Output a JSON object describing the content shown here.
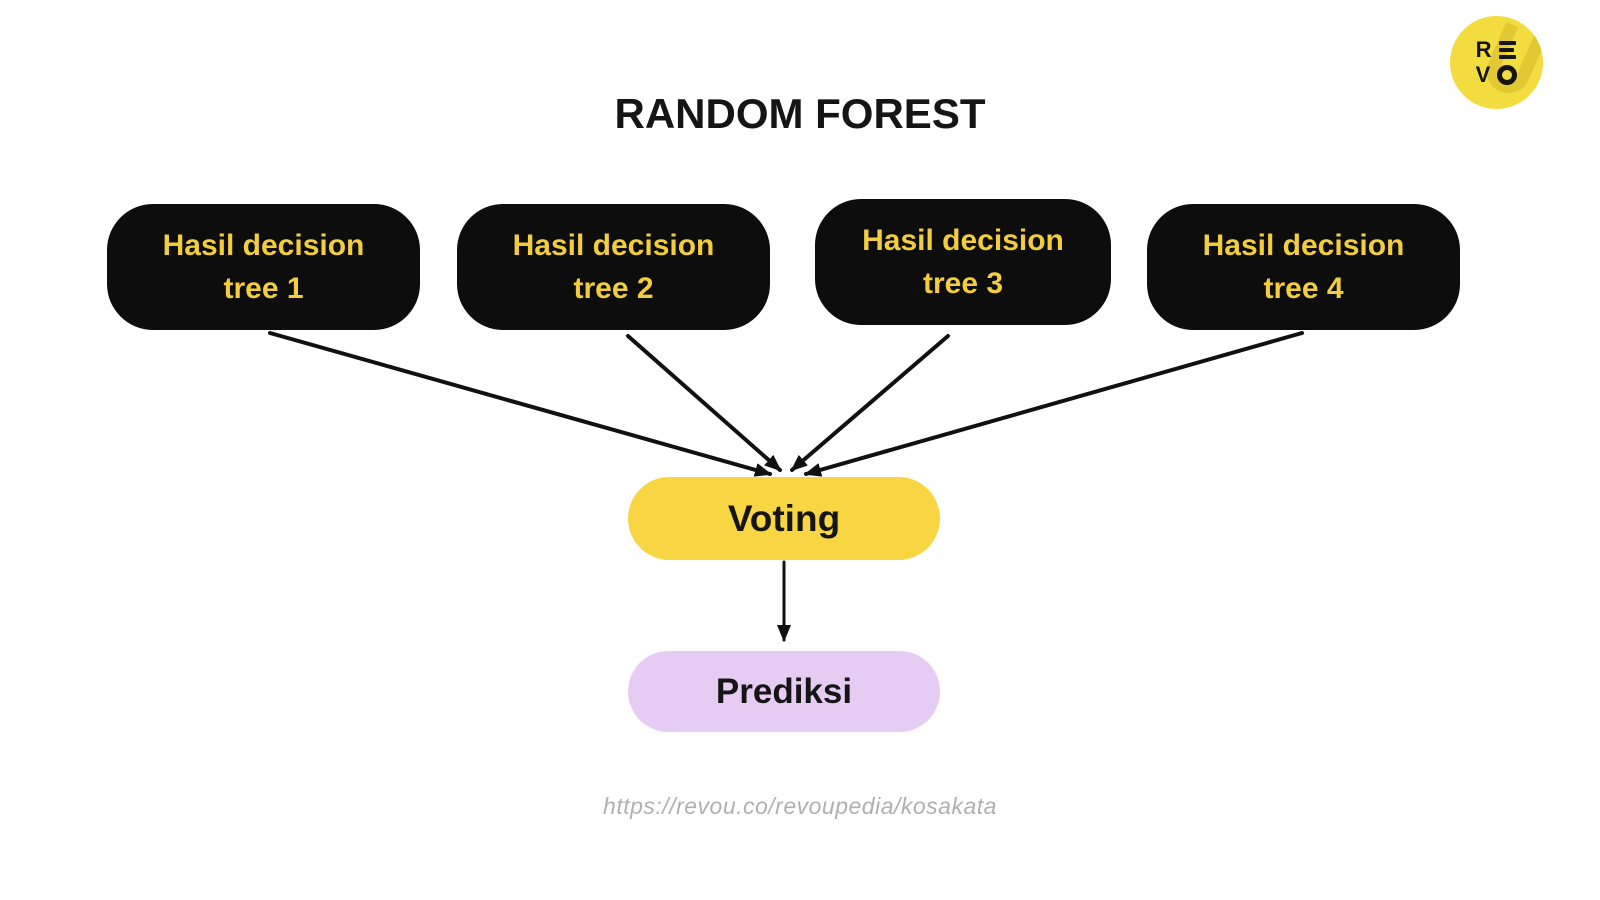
{
  "title": "RANDOM FOREST",
  "diagram": {
    "tree_nodes": [
      {
        "label": "Hasil decision tree 1"
      },
      {
        "label": "Hasil decision tree 2"
      },
      {
        "label": "Hasil decision tree 3"
      },
      {
        "label": "Hasil decision tree 4"
      }
    ],
    "voting": {
      "label": "Voting"
    },
    "prediction": {
      "label": "Prediksi"
    }
  },
  "footer": {
    "url": "https://revou.co/revoupedia/kosakata"
  },
  "logo": {
    "letter_r": "R",
    "letter_v": "V"
  },
  "colors": {
    "node_bg": "#0d0d0d",
    "node_text": "#f2ce3e",
    "voting_bg": "#f8d543",
    "prediction_bg": "#e6ccf3",
    "arrow": "#111111",
    "url_text": "#b0b0b0",
    "logo_bg": "#f2dc3f"
  }
}
